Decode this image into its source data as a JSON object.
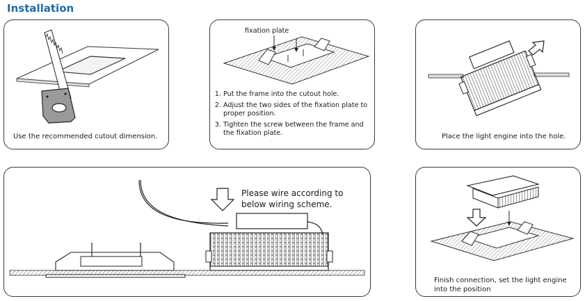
{
  "page": {
    "title": "Installation"
  },
  "panels": {
    "p1": {
      "caption": "Use the recommended cutout dimension."
    },
    "p2": {
      "plate_label": "fixation plate",
      "steps": [
        "Put the frame into the cutout hole.",
        "Adjust the two sides of the fixation plate to proper position.",
        "Tighten the screw between the frame and the fixation plate."
      ]
    },
    "p3": {
      "caption": "Place the light engine into the hole."
    },
    "p4": {
      "note": "Please wire according to below wiring scheme."
    },
    "p5": {
      "caption": "Finish connection, set the light engine into the position"
    }
  }
}
